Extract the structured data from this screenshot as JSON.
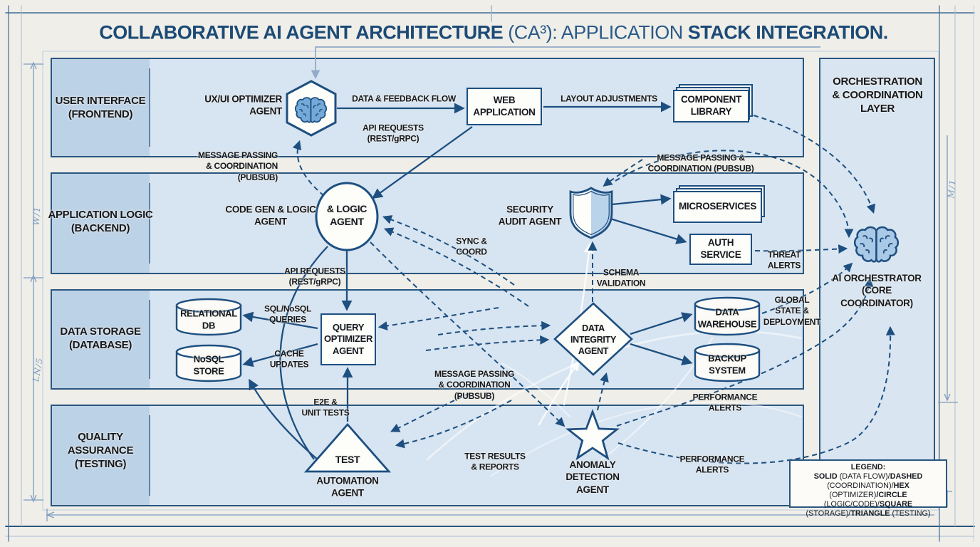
{
  "title": {
    "part1": "COLLABORATIVE AI AGENT ARCHITECTURE",
    "part2": " (CA³): APPLICATION ",
    "part3": "STACK INTEGRATION."
  },
  "layers": {
    "ui": "USER INTERFACE\n(FRONTEND)",
    "backend": "APPLICATION LOGIC\n(BACKEND)",
    "database": "DATA STORAGE\n(DATABASE)",
    "qa": "QUALITY\nASSURANCE\n(TESTING)",
    "orchestration": "ORCHESTRATION\n& COORDINATION\nLAYER"
  },
  "nodes": {
    "ux_optimizer": "UX/UI OPTIMIZER\nAGENT",
    "web_application": "WEB\nAPPLICATION",
    "component_library": "COMPONENT\nLIBRARY",
    "code_gen": "CODE GEN & LOGIC\nAGENT",
    "logic_agent": "& LOGIC\nAGENT",
    "security_audit": "SECURITY\nAUDIT AGENT",
    "microservices": "MICROSERVICES",
    "auth_service": "AUTH\nSERVICE",
    "relational_db": "RELATIONAL\nDB",
    "nosql_store": "NoSQL\nSTORE",
    "query_optimizer": "QUERY\nOPTIMIZER\nAGENT",
    "data_integrity": "DATA\nINTEGRITY\nAGENT",
    "data_warehouse": "DATA\nWAREHOUSE",
    "backup_system": "BACKUP\nSYSTEM",
    "test_automation_top": "TEST",
    "test_automation_bottom": "AUTOMATION\nAGENT",
    "anomaly_detection": "ANOMALY\nDETECTION\nAGENT",
    "ai_orchestrator": "AI ORCHESTRATOR\n(CORE COORDINATOR)"
  },
  "edge_labels": {
    "data_feedback": "DATA & FEEDBACK FLOW",
    "layout_adjustments": "LAYOUT ADJUSTMENTS",
    "api_requests_top": "API REQUESTS\n(REST/gRPC)",
    "message_passing_left": "MESSAGE PASSING\n& COORDINATION\n(PUBSUB)",
    "message_passing_right": "MESSAGE PASSING &\nCOORDINATION (PUBSUB)",
    "message_passing_center": "MESSAGE PASSING\n& COORDINATION\n(PUBSUB)",
    "sync_coord": "SYNC &\nCOORD",
    "api_requests_mid": "API REQUESTS\n(REST/gRPC)",
    "sql_nosql_queries": "SQL/NoSQL\nQUERIES",
    "cache_updates": "CACHE\nUPDATES",
    "schema_validation": "SCHEMA\nVALIDATION",
    "threat_alerts": "THREAT\nALERTS",
    "global_state": "GLOBAL\nSTATE &\nDEPLOYMENT",
    "e2e_unit_tests": "E2E &\nUNIT TESTS",
    "performance_alerts_upper": "PERFORMANCE\nALERTS",
    "performance_alerts_lower": "PERFORMANCE\nALERTS",
    "test_results": "TEST RESULTS\n& REPORTS"
  },
  "legend": {
    "heading": "LEGEND:",
    "s1": "SOLID",
    "s2": " (DATA FLOW)/",
    "s3": "DASHED",
    "s4": " (COORDINATION)/",
    "s5": "HEX",
    "s6": " (OPTIMIZER)",
    "s7": "/CIRCLE",
    "s8": " (LOGIC/CODE)/",
    "s9": "SQUARE",
    "s10": " (STORAGE)/",
    "s11": "TRIANGLE",
    "s12": " (TESTING)"
  },
  "annotations": {
    "left_upper": "W/1",
    "left_lower": "LN/5",
    "right": "M/1"
  },
  "colors": {
    "navy": "#1d4f80",
    "band_fill": "#d7e4f1",
    "label_column_fill": "#bcd2e7",
    "paper": "#efeee8",
    "light_arrow": "#93abc9",
    "orchestrator_brain_fill": "#a9c9e6",
    "hex_brain_fill": "#74a9d8",
    "shield_half_fill": "#b9d3ea"
  }
}
